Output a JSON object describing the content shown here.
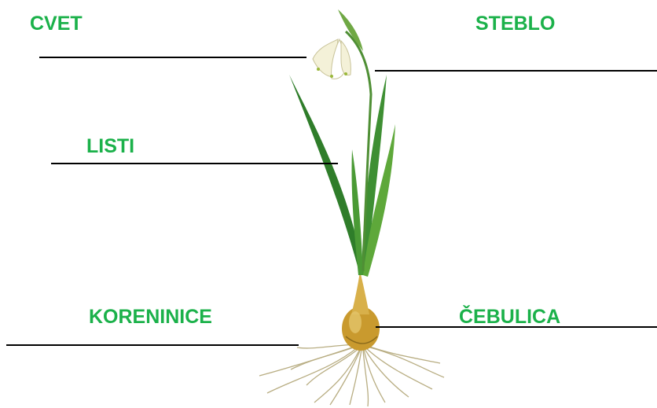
{
  "labels": {
    "flower": "CVET",
    "stem": "STEBLO",
    "leaves": "LISTI",
    "roots": "KORENINICE",
    "bulb": "ČEBULICA"
  },
  "colors": {
    "label": "#1bb14a",
    "line": "#000000",
    "leaf_dark": "#2f7d2a",
    "leaf_light": "#5ea83a",
    "bulb": "#c99a2e",
    "petal": "#f4f1d8",
    "root": "#b8ad82"
  }
}
